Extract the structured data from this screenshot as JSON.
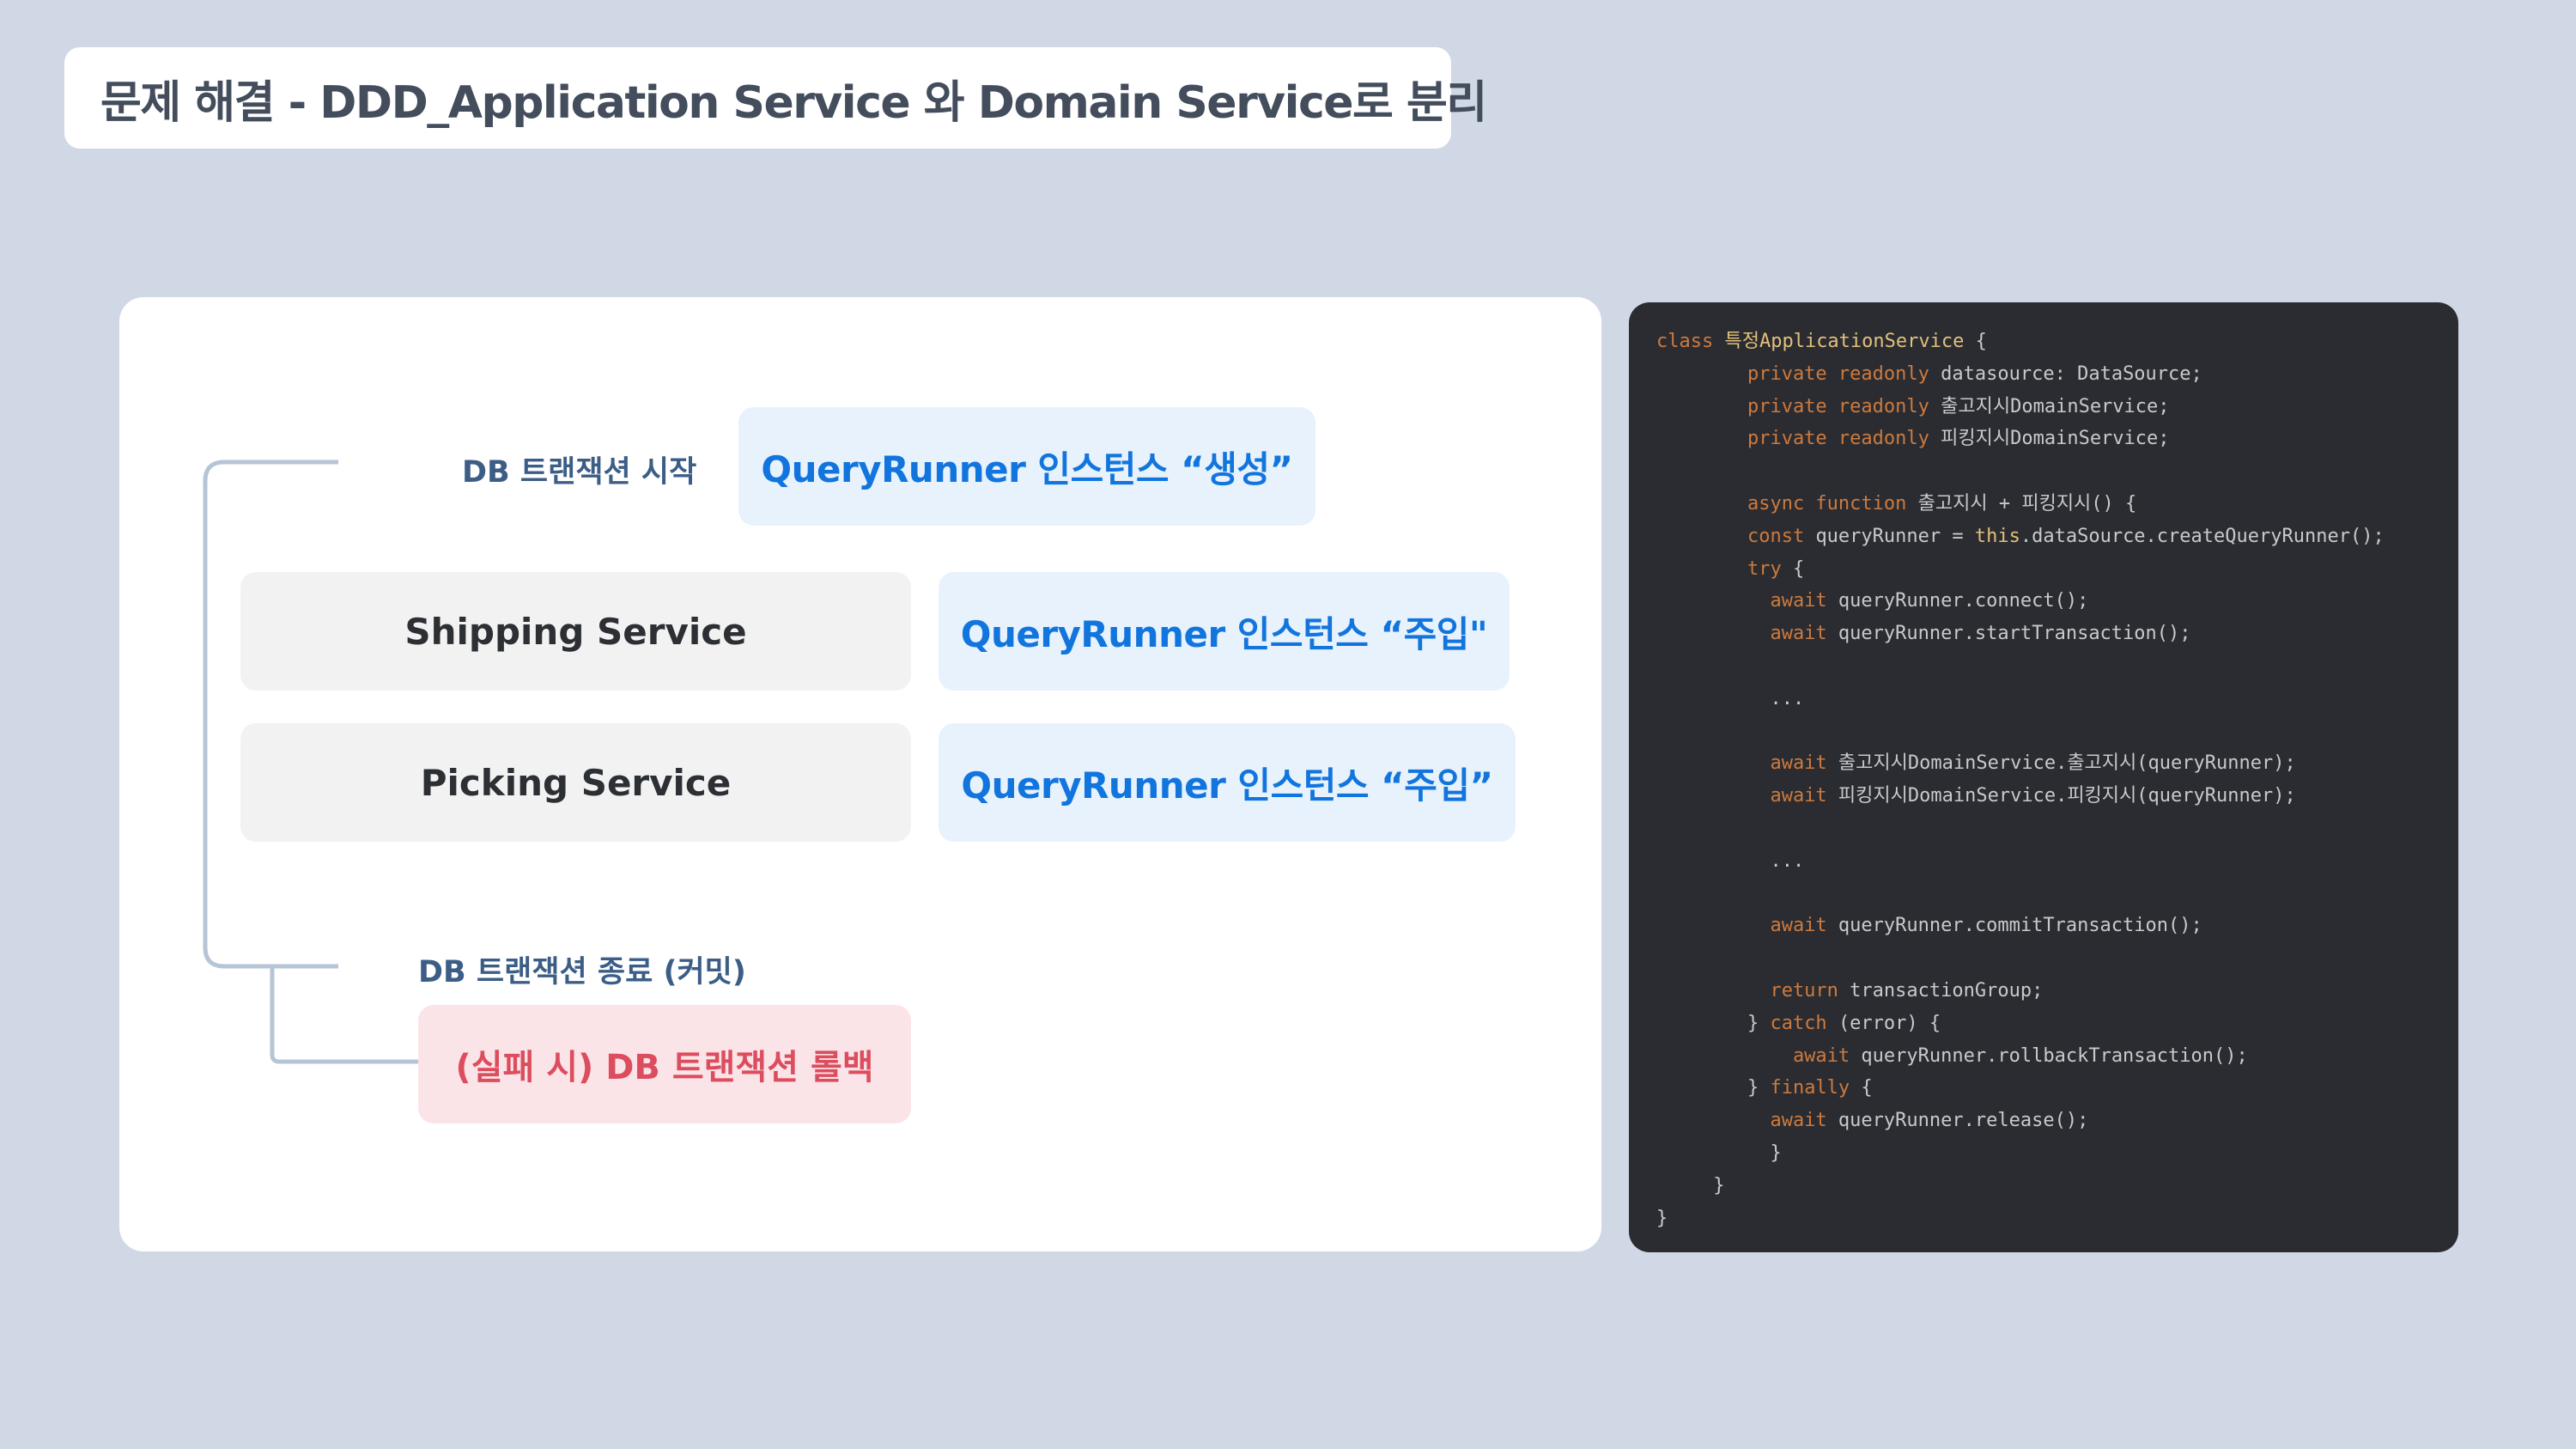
{
  "title": "문제 해결 - DDD_Application Service 와 Domain Service로 분리",
  "diagram": {
    "tx_start_label": "DB 트랜잭션 시작",
    "create_label": "QueryRunner 인스턴스 “생성”",
    "shipping_service": "Shipping Service",
    "inject_label_1": "QueryRunner 인스턴스 “주입\"",
    "picking_service": "Picking Service",
    "inject_label_2": "QueryRunner 인스턴스 “주입”",
    "tx_end_label": "DB 트랜잭션 종료 (커밋)",
    "rollback_label": "(실패 시) DB 트랜잭션 롤백"
  },
  "code": {
    "lines": [
      [
        {
          "t": "class ",
          "c": "kw"
        },
        {
          "t": "특정ApplicationService",
          "c": "cls"
        },
        {
          "t": " {",
          "c": "pl"
        }
      ],
      [
        {
          "t": "        private readonly ",
          "c": "kw"
        },
        {
          "t": "datasource: DataSource;",
          "c": "pl"
        }
      ],
      [
        {
          "t": "        private readonly ",
          "c": "kw"
        },
        {
          "t": "출고지시DomainService;",
          "c": "pl"
        }
      ],
      [
        {
          "t": "        private readonly ",
          "c": "kw"
        },
        {
          "t": "피킹지시DomainService;",
          "c": "pl"
        }
      ],
      [],
      [
        {
          "t": "        async function ",
          "c": "kw"
        },
        {
          "t": "출고지시 + 피킹지시() {",
          "c": "pl"
        }
      ],
      [
        {
          "t": "        const ",
          "c": "kw"
        },
        {
          "t": "queryRunner = ",
          "c": "pl"
        },
        {
          "t": "this",
          "c": "cls"
        },
        {
          "t": ".dataSource.createQueryRunner();",
          "c": "pl"
        }
      ],
      [
        {
          "t": "        try ",
          "c": "kw"
        },
        {
          "t": "{",
          "c": "pl"
        }
      ],
      [
        {
          "t": "          await ",
          "c": "kw"
        },
        {
          "t": "queryRunner.connect();",
          "c": "pl"
        }
      ],
      [
        {
          "t": "          await ",
          "c": "kw"
        },
        {
          "t": "queryRunner.startTransaction();",
          "c": "pl"
        }
      ],
      [],
      [
        {
          "t": "          ...",
          "c": "pl"
        }
      ],
      [],
      [
        {
          "t": "          await ",
          "c": "kw"
        },
        {
          "t": "출고지시DomainService.출고지시(queryRunner);",
          "c": "pl"
        }
      ],
      [
        {
          "t": "          await ",
          "c": "kw"
        },
        {
          "t": "피킹지시DomainService.피킹지시(queryRunner);",
          "c": "pl"
        }
      ],
      [],
      [
        {
          "t": "          ...",
          "c": "pl"
        }
      ],
      [],
      [
        {
          "t": "          await ",
          "c": "kw"
        },
        {
          "t": "queryRunner.commitTransaction();",
          "c": "pl"
        }
      ],
      [],
      [
        {
          "t": "          return ",
          "c": "kw"
        },
        {
          "t": "transactionGroup;",
          "c": "pl"
        }
      ],
      [
        {
          "t": "        } ",
          "c": "pl"
        },
        {
          "t": "catch ",
          "c": "kw"
        },
        {
          "t": "(error) {",
          "c": "pl"
        }
      ],
      [
        {
          "t": "            await ",
          "c": "kw"
        },
        {
          "t": "queryRunner.rollbackTransaction();",
          "c": "pl"
        }
      ],
      [
        {
          "t": "        } ",
          "c": "pl"
        },
        {
          "t": "finally ",
          "c": "kw"
        },
        {
          "t": "{",
          "c": "pl"
        }
      ],
      [
        {
          "t": "          await ",
          "c": "kw"
        },
        {
          "t": "queryRunner.release();",
          "c": "pl"
        }
      ],
      [
        {
          "t": "          }",
          "c": "pl"
        }
      ],
      [
        {
          "t": "     }",
          "c": "pl"
        }
      ],
      [
        {
          "t": "}",
          "c": "pl"
        }
      ]
    ]
  }
}
